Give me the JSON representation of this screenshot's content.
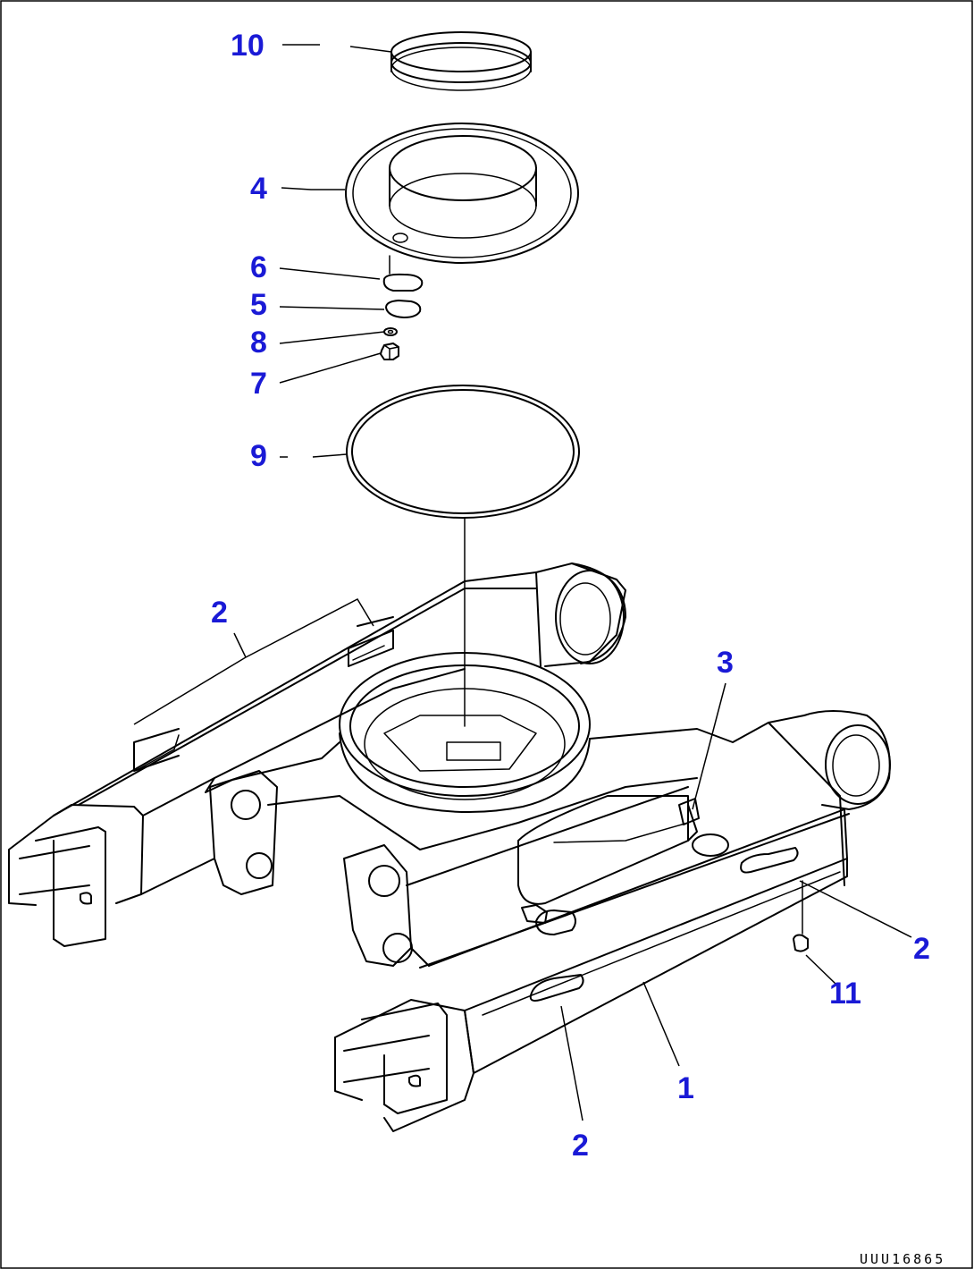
{
  "callouts": {
    "c10": "10",
    "c4": "4",
    "c6": "6",
    "c5": "5",
    "c8": "8",
    "c7": "7",
    "c9": "9",
    "c2_top": "2",
    "c3": "3",
    "c2_right": "2",
    "c11": "11",
    "c1": "1",
    "c2_bottom": "2"
  },
  "doc_number": "UUU16865",
  "colors": {
    "callout": "#1a1ad6",
    "line": "#000000",
    "background": "#ffffff"
  }
}
